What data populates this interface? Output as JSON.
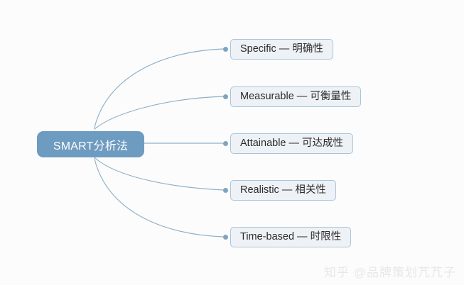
{
  "diagram": {
    "type": "mind-map",
    "background_color": "#fcfcfc",
    "center": {
      "label": "SMART分析法",
      "fill_color": "#6e9bc0",
      "text_color": "#ffffff"
    },
    "branch_color": "#8fb0c8",
    "node_fill_color": "#eef2f6",
    "node_border_color": "#a9c4da",
    "node_text_color": "#2b2b2b",
    "branches": [
      {
        "label": "Specific — 明确性"
      },
      {
        "label": "Measurable — 可衡量性"
      },
      {
        "label": "Attainable — 可达成性"
      },
      {
        "label": "Realistic — 相关性"
      },
      {
        "label": "Time-based — 时限性"
      }
    ]
  },
  "watermark": {
    "text": "知乎 @品牌策划芁芁子"
  }
}
